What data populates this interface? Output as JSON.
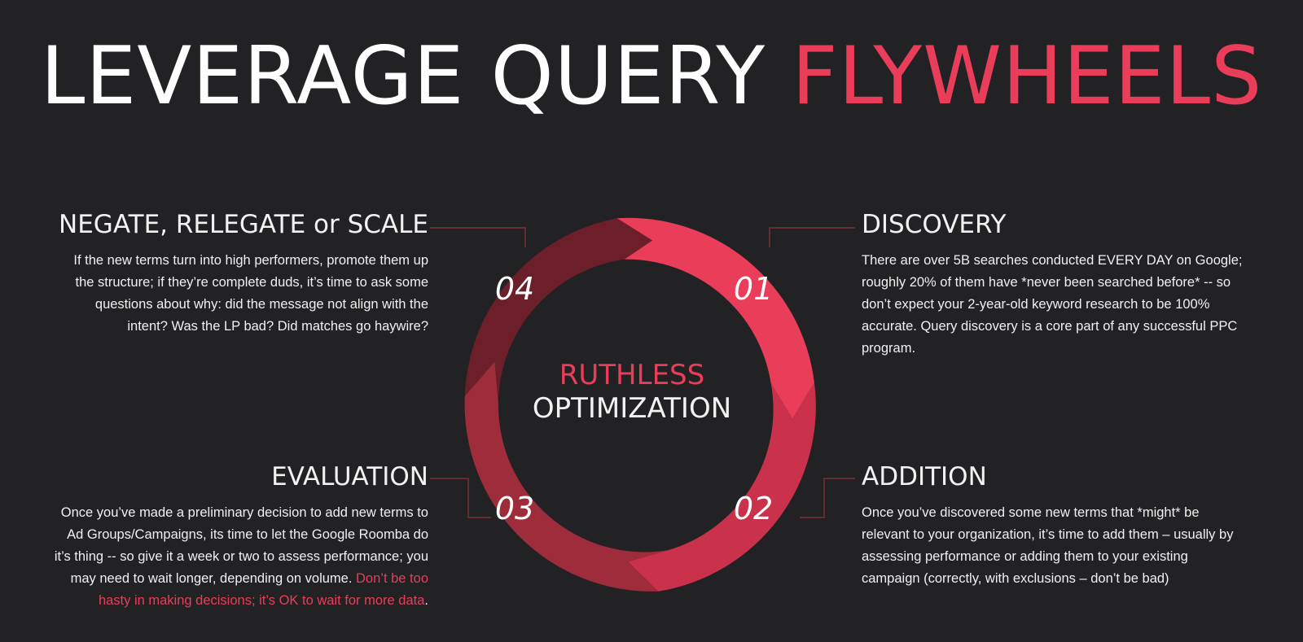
{
  "title": {
    "part1": "LEVERAGE QUERY ",
    "part2": "FLYWHEELS"
  },
  "colors": {
    "background": "#222225",
    "accent": "#e93d5a",
    "segment_01": "#e93d5a",
    "segment_02": "#c9324a",
    "segment_03": "#9e2c3b",
    "segment_04": "#6d1f29",
    "connector": "#7a2f38"
  },
  "center": {
    "line1": "RUTHLESS",
    "line2": "OPTIMIZATION"
  },
  "steps": {
    "discovery": {
      "number": "01",
      "heading": "DISCOVERY",
      "text": "There are over 5B searches conducted EVERY DAY on Google; roughly 20% of them have *never been searched before* -- so don’t expect your 2-year-old keyword research to be 100% accurate. Query discovery is a core part of any successful PPC program."
    },
    "addition": {
      "number": "02",
      "heading": "ADDITION",
      "text": "Once you’ve discovered some new terms that *might* be relevant to your organization, it’s time to add them – usually by assessing performance or adding them to your existing campaign (correctly, with exclusions – don’t be bad)"
    },
    "evaluation": {
      "number": "03",
      "heading": "EVALUATION",
      "text": "Once you’ve made a preliminary decision to add new terms to Ad Groups/Campaigns, its time to let the Google Roomba do it’s thing -- so give it a week or two to assess performance; you may need to wait longer, depending on volume. ",
      "highlight": "Don’t be too hasty in making decisions; it’s OK to wait for more data",
      "end": "."
    },
    "negate": {
      "number": "04",
      "heading": "NEGATE, RELEGATE or SCALE",
      "text": "If the new terms turn into high performers, promote them up the structure; if they’re complete duds, it’s time to ask some questions about why: did the message not align with the intent? Was the LP bad? Did matches go haywire?"
    }
  }
}
